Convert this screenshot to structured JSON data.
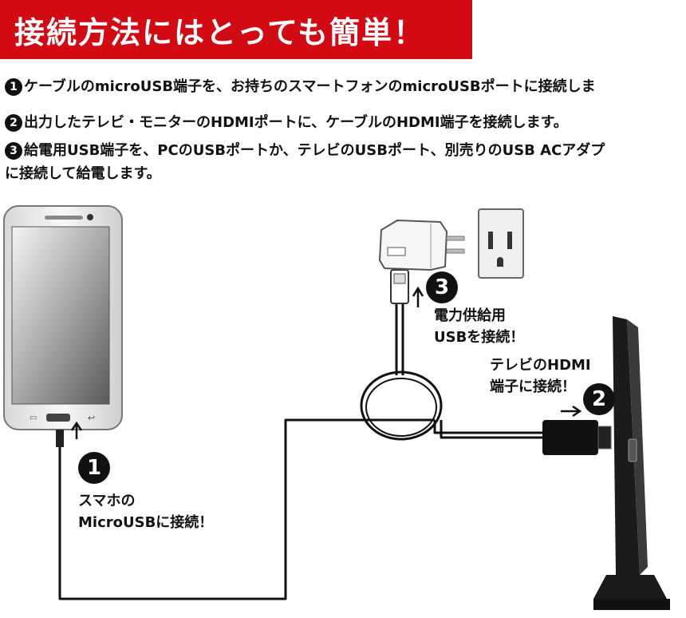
{
  "banner": {
    "title": "接続方法にはとっても簡単！"
  },
  "steps": {
    "s1": {
      "num": "1",
      "text": "ケーブルのmicroUSB端子を、お持ちのスマートフォンのmicroUSBポートに接続しま"
    },
    "s2": {
      "num": "2",
      "text": "出力したテレビ・モニターのHDMIポートに、ケーブルのHDMI端子を接続します。"
    },
    "s3": {
      "num": "3",
      "text": "給電用USB端子を、PCのUSBポートか、テレビのUSBポート、別売りのUSB ACアダプ"
    },
    "s3b": {
      "text": "に接続して給電します。"
    }
  },
  "diagram": {
    "callout1": {
      "num": "1",
      "line1": "スマホの",
      "line2": "MicroUSBに接続！"
    },
    "callout2": {
      "num": "2",
      "line1": "テレビのHDMI",
      "line2": "端子に接続！"
    },
    "callout3": {
      "num": "3",
      "line1": "電力供給用",
      "line2": "USBを接続！"
    }
  }
}
